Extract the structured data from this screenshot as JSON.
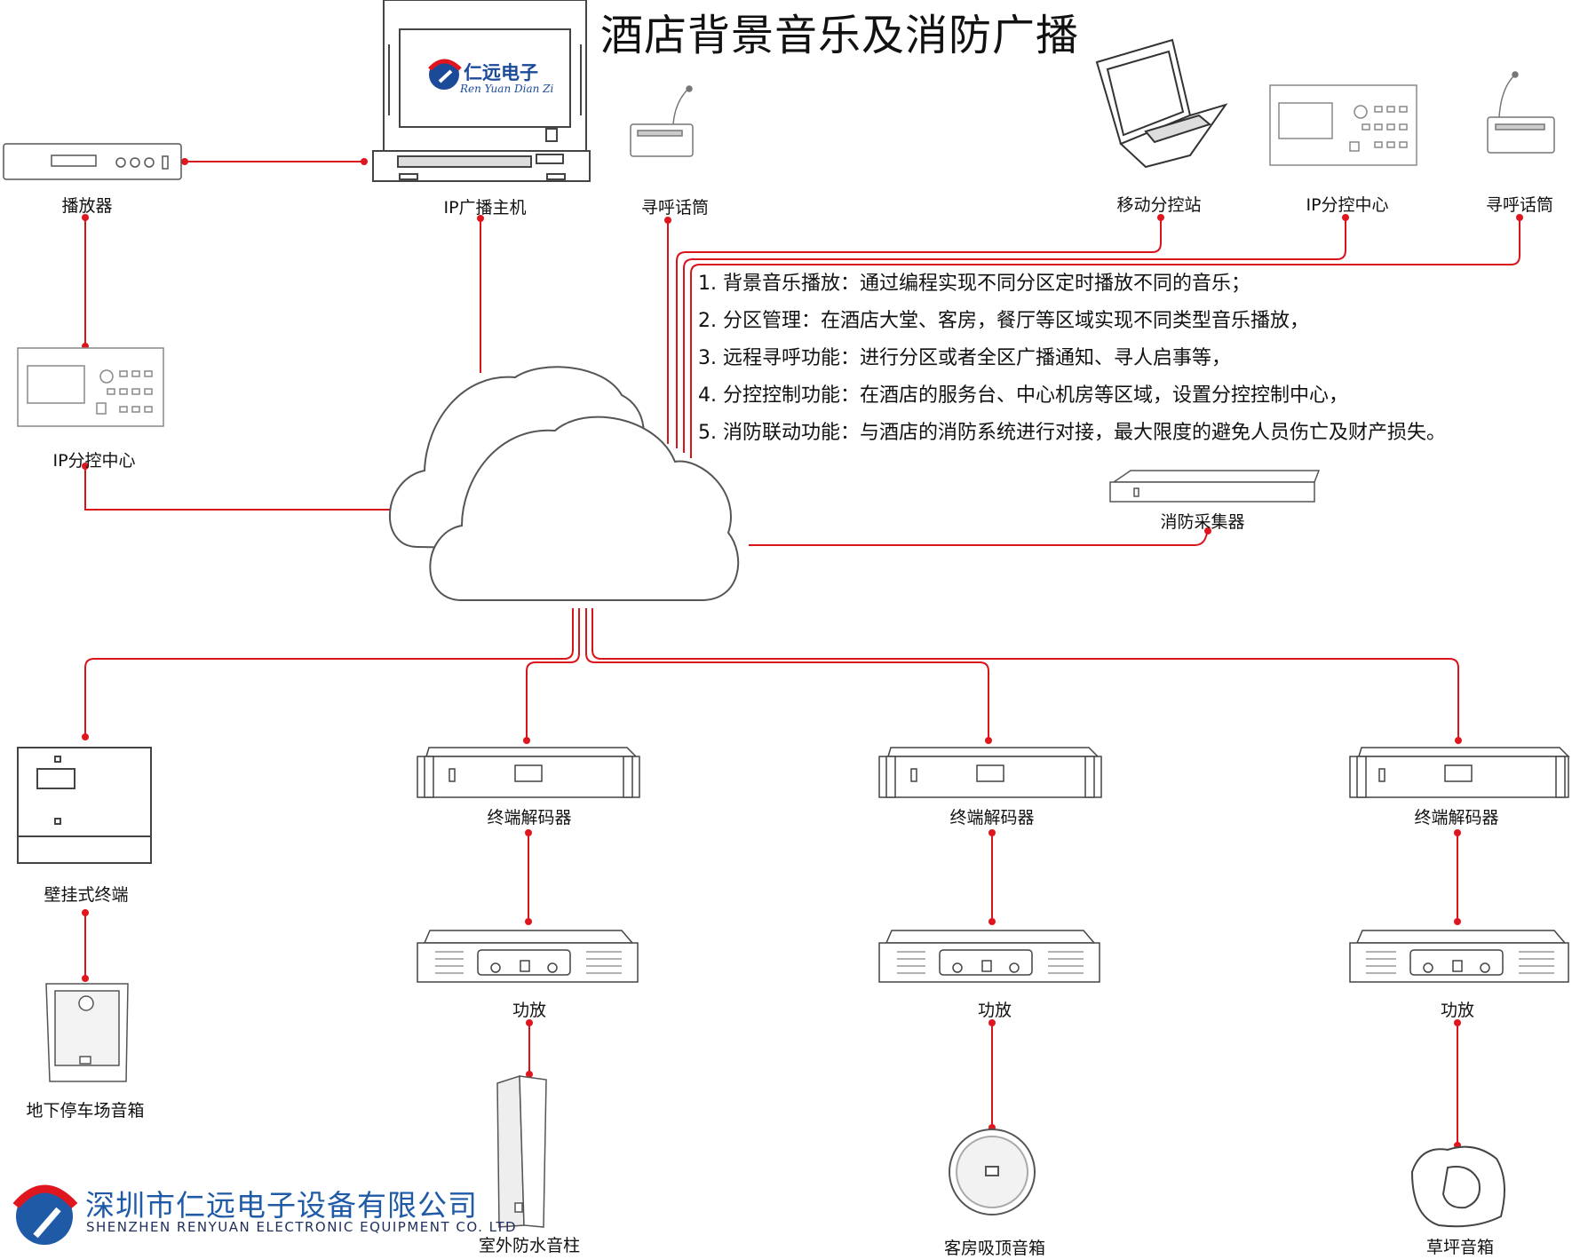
{
  "title": "酒店背景音乐及消防广播",
  "brand": {
    "screen_logo_cn": "仁远电子",
    "screen_logo_en": "Ren Yuan Dian Zi",
    "company_cn": "深圳市仁远电子设备有限公司",
    "company_en": "SHENZHEN  RENYUAN  ELECTRONIC  EQUIPMENT  CO. LTD"
  },
  "devices": {
    "player": "播放器",
    "ip_host": "IP广播主机",
    "paging_mic_1": "寻呼话筒",
    "mobile_station": "移动分控站",
    "ip_control_center_1": "IP分控中心",
    "paging_mic_2": "寻呼话筒",
    "ip_control_center_2": "IP分控中心",
    "fire_collector": "消防采集器",
    "wall_terminal": "壁挂式终端",
    "parking_speaker": "地下停车场音箱",
    "decoder_1": "终端解码器",
    "amp_1": "功放",
    "outdoor_column": "室外防水音柱",
    "decoder_2": "终端解码器",
    "amp_2": "功放",
    "ceiling_speaker": "客房吸顶音箱",
    "decoder_3": "终端解码器",
    "amp_3": "功放",
    "lawn_speaker": "草坪音箱"
  },
  "features": [
    "1. 背景音乐播放：通过编程实现不同分区定时播放不同的音乐；",
    "2. 分区管理：在酒店大堂、客房，餐厅等区域实现不同类型音乐播放，",
    "3. 远程寻呼功能：进行分区或者全区广播通知、寻人启事等，",
    "4. 分控控制功能：在酒店的服务台、中心机房等区域，设置分控控制中心，",
    "5. 消防联动功能：与酒店的消防系统进行对接，最大限度的避免人员伤亡及财产损失。"
  ],
  "colors": {
    "link": "#d9141b",
    "node": "#e0161e",
    "outline": "#555555",
    "brand": "#1f5aa6"
  }
}
